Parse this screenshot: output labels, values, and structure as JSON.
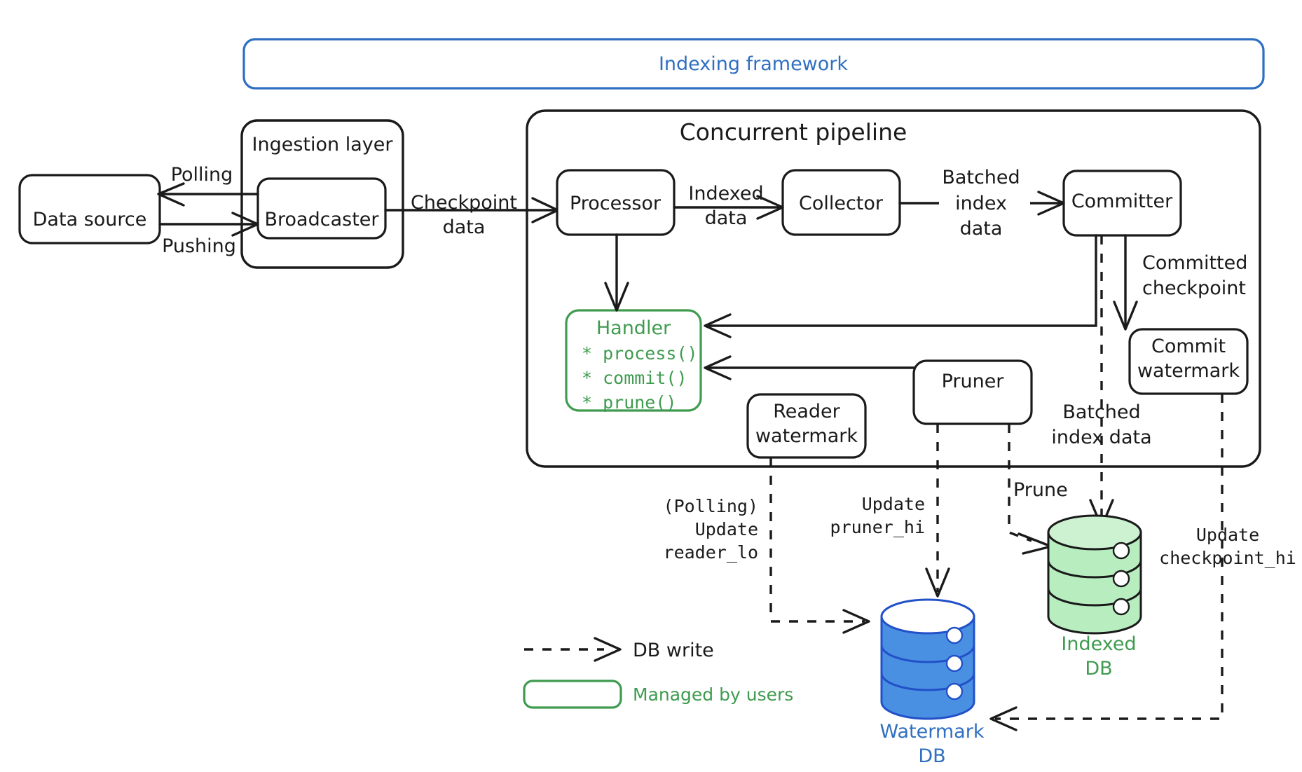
{
  "diagram": {
    "title": "Indexing framework",
    "accent_blue": "#2f6fc0",
    "accent_green": "#3f9b4f",
    "db_blue": "#4a90e2",
    "db_green": "#b7edbf"
  },
  "containers": {
    "framework": "Indexing framework",
    "ingestion": "Ingestion layer",
    "pipeline": "Concurrent pipeline"
  },
  "nodes": {
    "data_source": "Data source",
    "broadcaster": "Broadcaster",
    "processor": "Processor",
    "collector": "Collector",
    "committer": "Committer",
    "handler_title": "Handler",
    "handler_methods": [
      "* process()",
      "* commit()",
      "* prune()"
    ],
    "commit_watermark_l1": "Commit",
    "commit_watermark_l2": "watermark",
    "reader_watermark_l1": "Reader",
    "reader_watermark_l2": "watermark",
    "pruner": "Pruner"
  },
  "databases": {
    "watermark_db_l1": "Watermark",
    "watermark_db_l2": "DB",
    "indexed_db_l1": "Indexed",
    "indexed_db_l2": "DB"
  },
  "edges": {
    "polling": "Polling",
    "pushing": "Pushing",
    "checkpoint_data_l1": "Checkpoint",
    "checkpoint_data_l2": "data",
    "indexed_data_l1": "Indexed",
    "indexed_data_l2": "data",
    "batched_index_data_l1": "Batched",
    "batched_index_data_l2": "index",
    "batched_index_data_l3": "data",
    "committed_checkpoint_l1": "Committed",
    "committed_checkpoint_l2": "checkpoint",
    "batched_index_data2_l1": "Batched",
    "batched_index_data2_l2": "index data",
    "prune": "Prune",
    "polling_paren": "(Polling)",
    "update_reader_l1": "Update",
    "update_reader_l2": "reader_lo",
    "update_pruner_l1": "Update",
    "update_pruner_l2": "pruner_hi",
    "update_checkpoint_l1": "Update",
    "update_checkpoint_l2": "checkpoint_hi"
  },
  "legend": {
    "db_write": "DB write",
    "managed_by_users": "Managed by users"
  }
}
